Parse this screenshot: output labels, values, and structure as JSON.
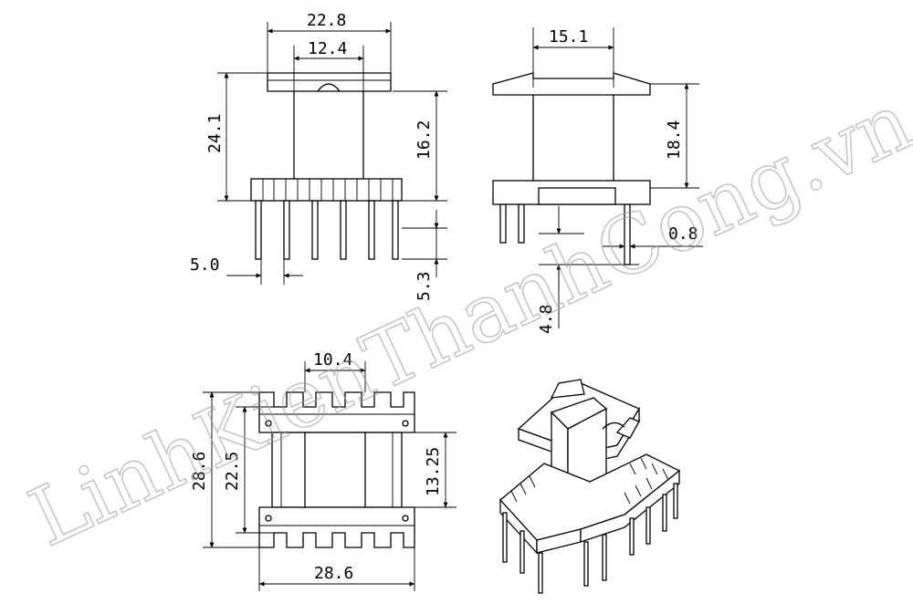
{
  "watermark": "LinhKienThanhCong.vn",
  "dimensions": {
    "top_width": "22.8",
    "inner_width": "12.4",
    "total_height": "24.1",
    "body_height": "16.2",
    "pin_pitch": "5.0",
    "pin_length": "5.3",
    "side_width": "15.1",
    "side_height": "18.4",
    "pin_diameter": "0.8",
    "side_pin_length": "4.8",
    "bottom_inner_width": "10.4",
    "bottom_outer_height": "28.6",
    "bottom_inner_height": "22.5",
    "bottom_center_height": "13.25",
    "bottom_width": "28.6"
  }
}
